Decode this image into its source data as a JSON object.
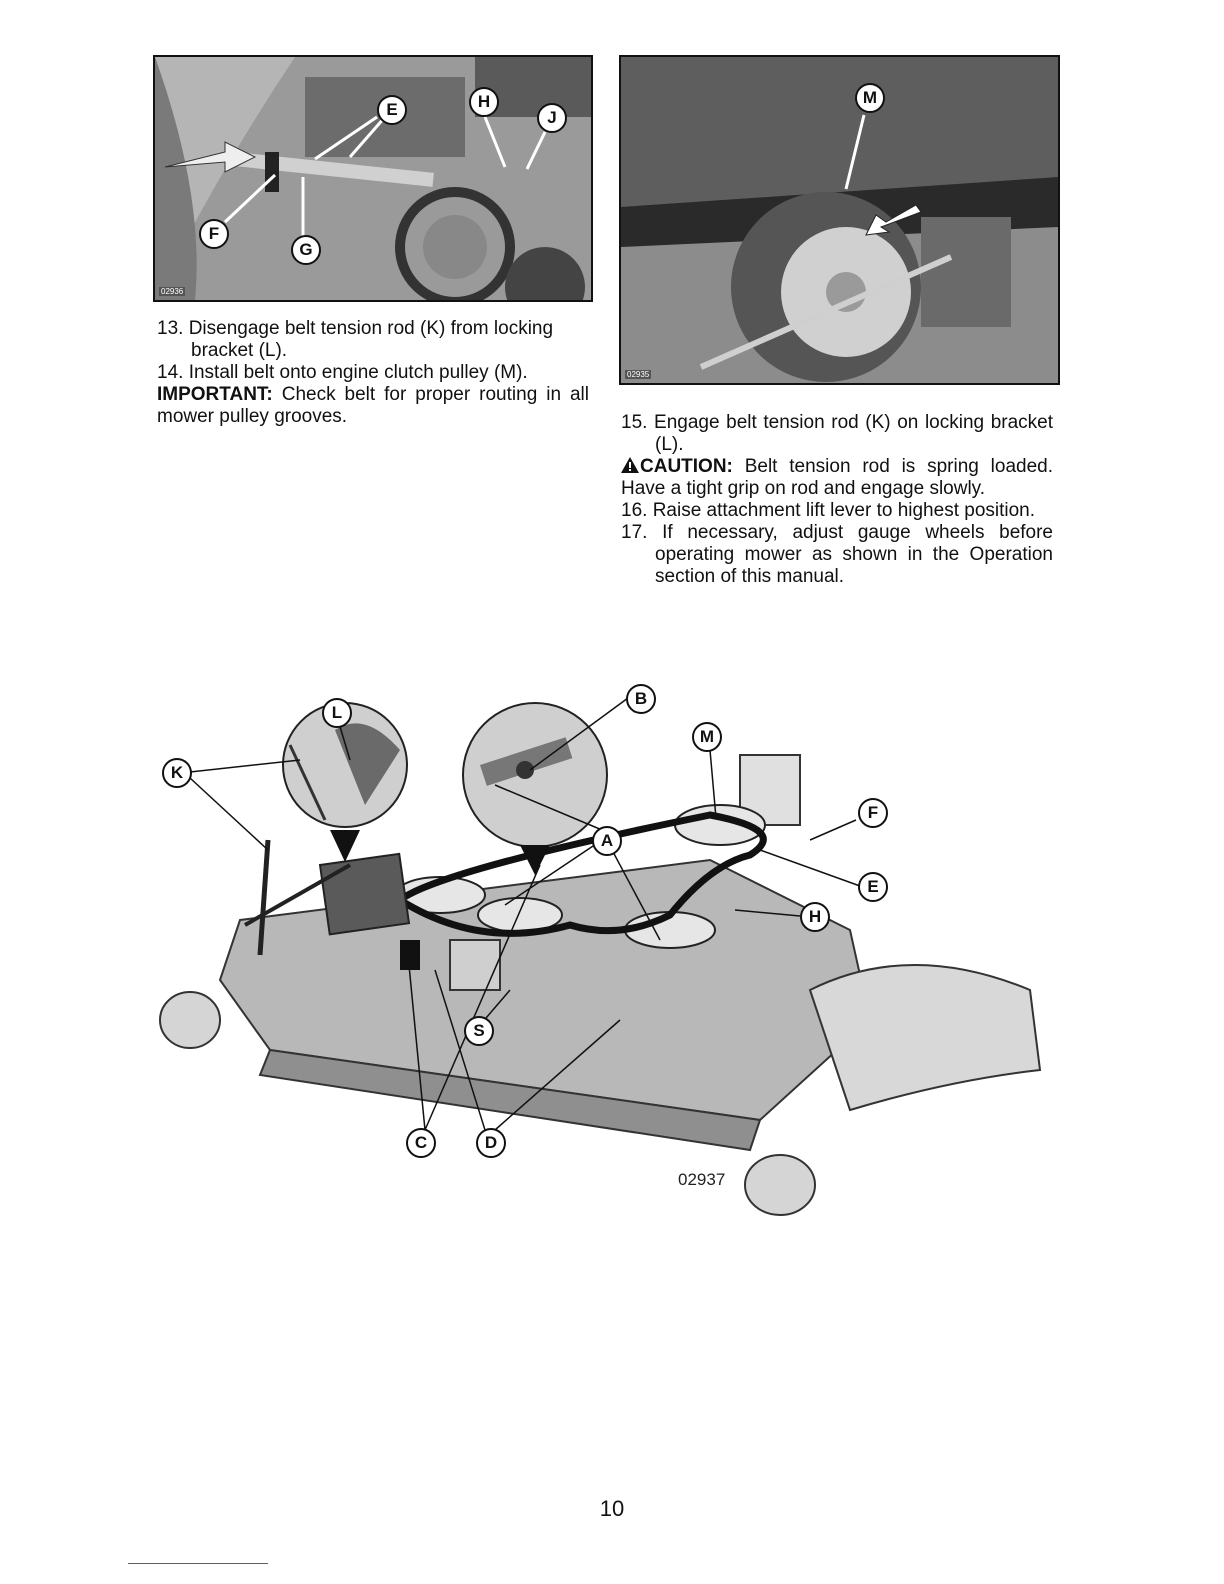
{
  "photo_top_left": {
    "code": "02936",
    "callouts": [
      "E",
      "H",
      "J",
      "F",
      "G"
    ]
  },
  "photo_top_right": {
    "code": "02935",
    "callouts": [
      "M"
    ]
  },
  "left_column": {
    "step13_num": "13.",
    "step13_text": "Disengage belt tension rod (K) from locking bracket (L).",
    "step14_num": "14.",
    "step14_text": "Install belt onto engine clutch pulley (M).",
    "important_label": "IMPORTANT:",
    "important_text": "Check belt for proper routing in all mower pulley grooves."
  },
  "right_column": {
    "step15_num": "15.",
    "step15_text": "Engage belt tension rod (K) on locking bracket (L).",
    "caution_label": "CAUTION:",
    "caution_text": "Belt tension rod is spring loaded. Have a tight grip on rod and engage slowly.",
    "step16_num": "16.",
    "step16_text": "Raise attachment lift lever to highest position.",
    "step17_num": "17.",
    "step17_text": "If necessary, adjust gauge wheels before operating mower as shown in the Operation section of this manual."
  },
  "diagram": {
    "code": "02937",
    "callouts": {
      "L": "L",
      "K": "K",
      "B": "B",
      "M": "M",
      "F": "F",
      "A": "A",
      "E": "E",
      "H": "H",
      "S": "S",
      "C": "C",
      "D": "D"
    }
  },
  "footer": {
    "page_number": "10"
  }
}
